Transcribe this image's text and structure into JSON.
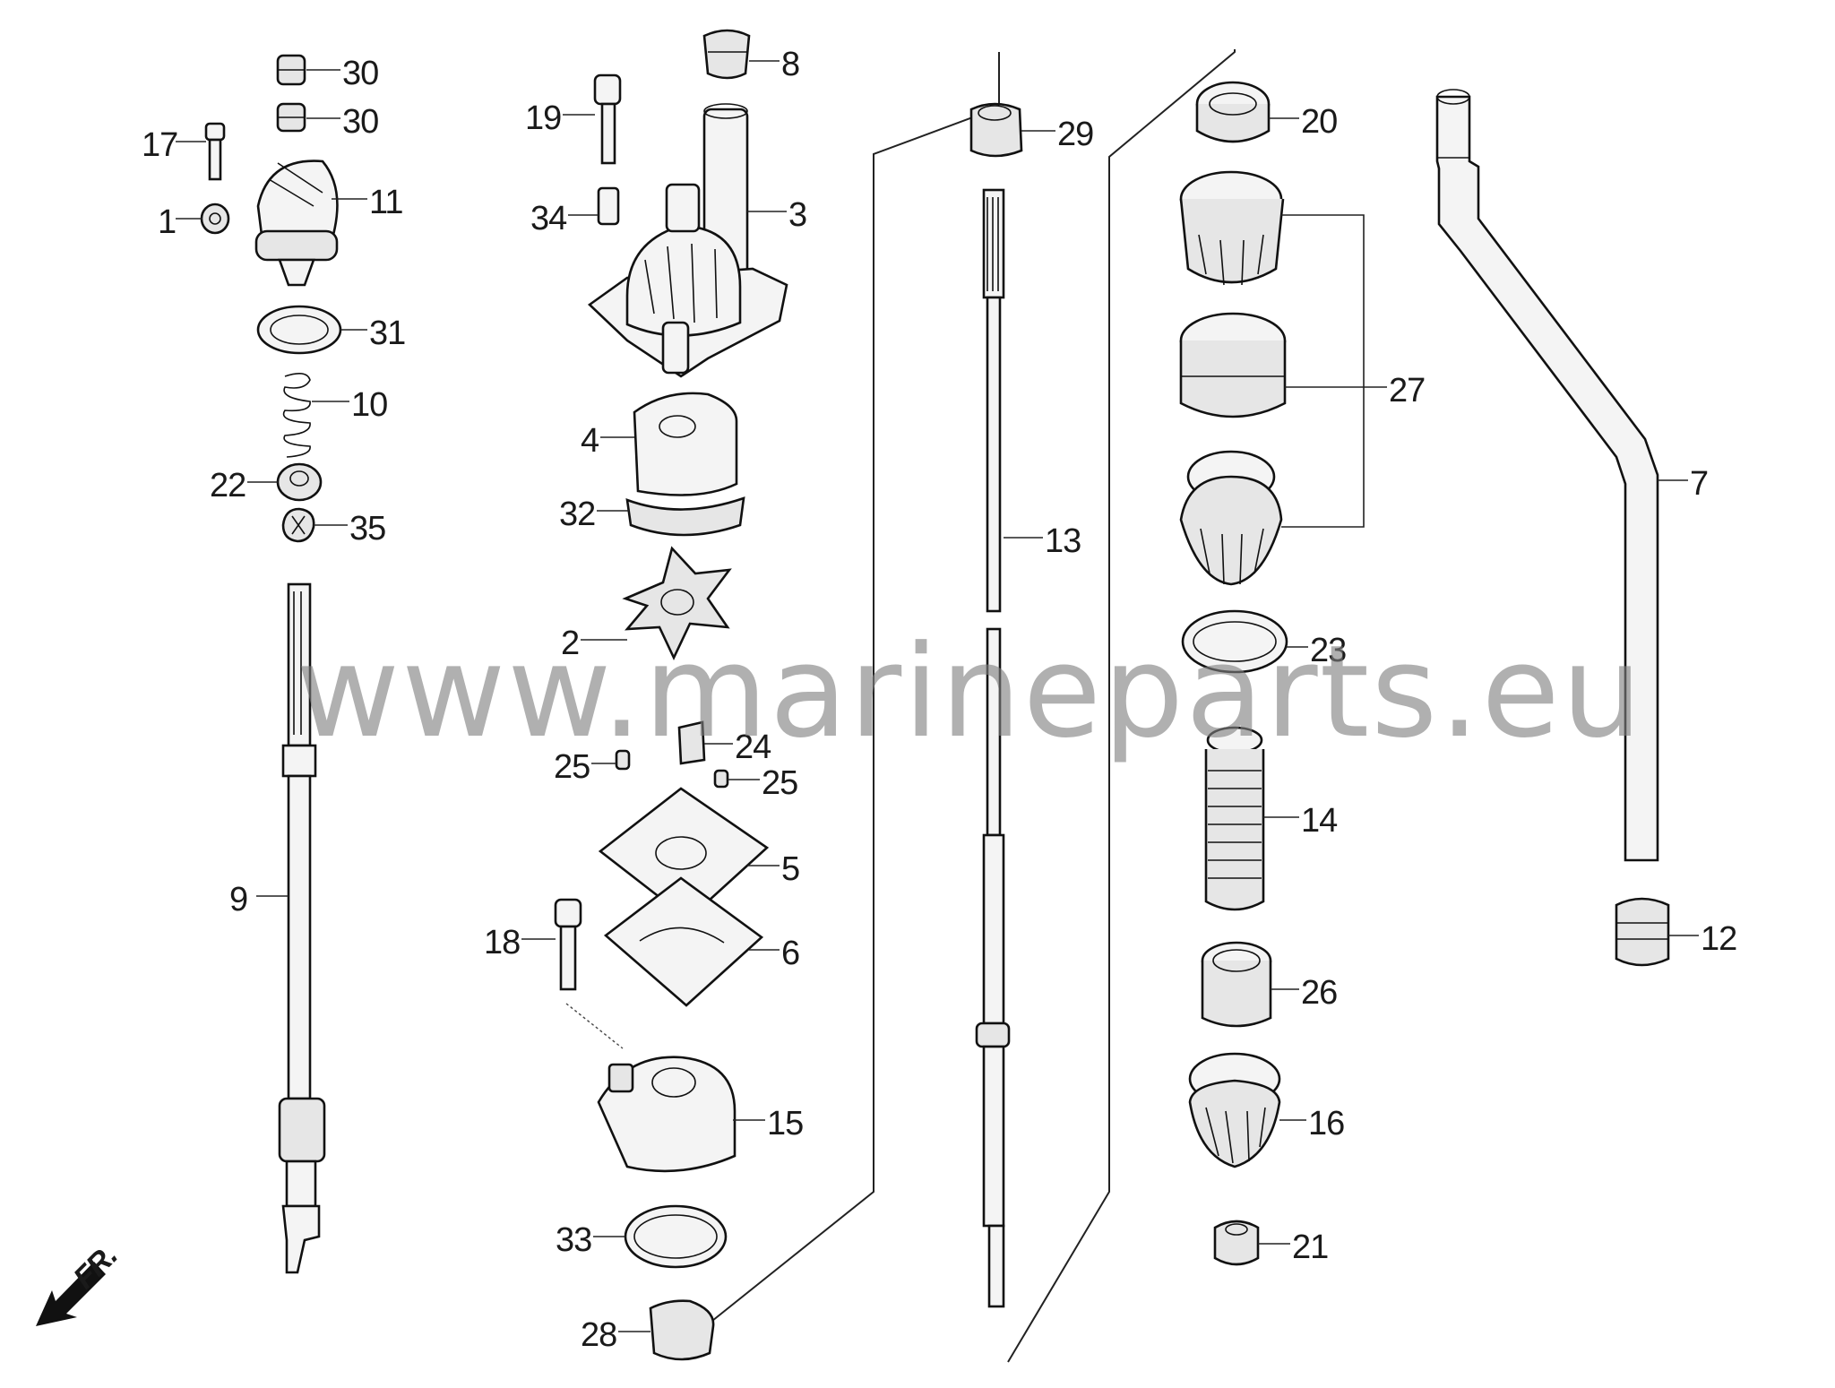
{
  "watermark": "www.marineparts.eu",
  "direction_label": "FR.",
  "callouts": [
    {
      "id": "c30a",
      "text": "30"
    },
    {
      "id": "c30b",
      "text": "30"
    },
    {
      "id": "c17",
      "text": "17"
    },
    {
      "id": "c11",
      "text": "11"
    },
    {
      "id": "c1",
      "text": "1"
    },
    {
      "id": "c31",
      "text": "31"
    },
    {
      "id": "c10",
      "text": "10"
    },
    {
      "id": "c22",
      "text": "22"
    },
    {
      "id": "c35",
      "text": "35"
    },
    {
      "id": "c9",
      "text": "9"
    },
    {
      "id": "c19",
      "text": "19"
    },
    {
      "id": "c8",
      "text": "8"
    },
    {
      "id": "c34",
      "text": "34"
    },
    {
      "id": "c3",
      "text": "3"
    },
    {
      "id": "c4",
      "text": "4"
    },
    {
      "id": "c32",
      "text": "32"
    },
    {
      "id": "c2",
      "text": "2"
    },
    {
      "id": "c24",
      "text": "24"
    },
    {
      "id": "c25a",
      "text": "25"
    },
    {
      "id": "c25b",
      "text": "25"
    },
    {
      "id": "c5",
      "text": "5"
    },
    {
      "id": "c18",
      "text": "18"
    },
    {
      "id": "c6",
      "text": "6"
    },
    {
      "id": "c15",
      "text": "15"
    },
    {
      "id": "c33",
      "text": "33"
    },
    {
      "id": "c28",
      "text": "28"
    },
    {
      "id": "c29",
      "text": "29"
    },
    {
      "id": "c13",
      "text": "13"
    },
    {
      "id": "c20",
      "text": "20"
    },
    {
      "id": "c27",
      "text": "27"
    },
    {
      "id": "c23",
      "text": "23"
    },
    {
      "id": "c14",
      "text": "14"
    },
    {
      "id": "c26",
      "text": "26"
    },
    {
      "id": "c16",
      "text": "16"
    },
    {
      "id": "c21",
      "text": "21"
    },
    {
      "id": "c7",
      "text": "7"
    },
    {
      "id": "c12",
      "text": "12"
    }
  ]
}
